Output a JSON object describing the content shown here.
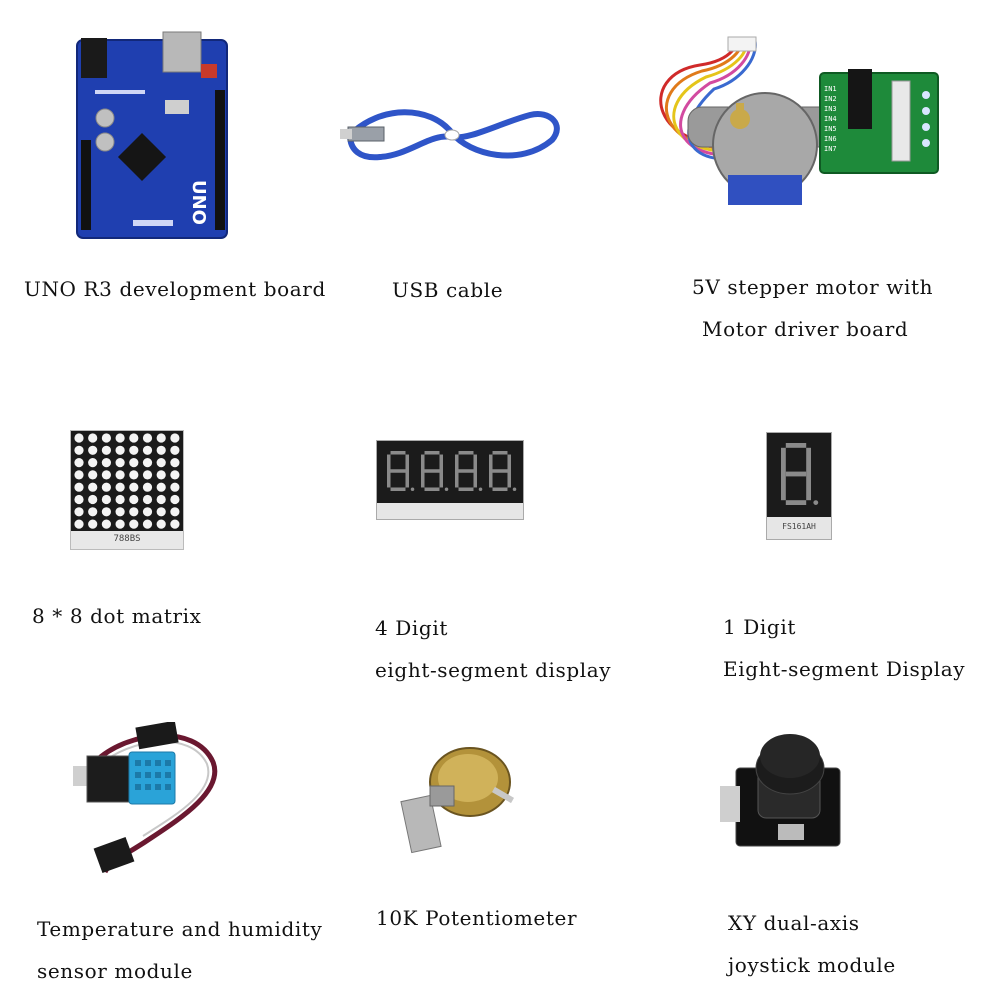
{
  "products": [
    {
      "key": "uno",
      "lines": [
        "UNO R3 development board"
      ]
    },
    {
      "key": "usb",
      "lines": [
        "USB cable"
      ]
    },
    {
      "key": "stepper",
      "lines": [
        "5V stepper motor with",
        "Motor driver board"
      ]
    },
    {
      "key": "matrix",
      "lines": [
        "8 * 8 dot matrix"
      ]
    },
    {
      "key": "four_digit",
      "lines": [
        "4 Digit",
        "eight-segment display"
      ]
    },
    {
      "key": "one_digit",
      "lines": [
        "1 Digit",
        "Eight-segment Display"
      ]
    },
    {
      "key": "dht",
      "lines": [
        "Temperature and humidity",
        "sensor module"
      ]
    },
    {
      "key": "pot",
      "lines": [
        "10K Potentiometer"
      ]
    },
    {
      "key": "joystick",
      "lines": [
        "XY dual-axis",
        "joystick module"
      ]
    }
  ],
  "printed_markings": {
    "uno_logo": "UNO",
    "matrix_part": "788BS",
    "one_digit_part": "FS161AH",
    "driver_inputs": [
      "IN1",
      "IN2",
      "IN3",
      "IN4",
      "IN5",
      "IN6",
      "IN7"
    ]
  },
  "colors": {
    "uno_pcb": "#1f3fb0",
    "usb_cable": "#2f55c8",
    "driver_pcb": "#1e8a3a",
    "display_body": "#1b1b1b",
    "led_red": "#d01a1a",
    "sensor_blue": "#2aa3d8",
    "joystick_pcb": "#111111"
  }
}
